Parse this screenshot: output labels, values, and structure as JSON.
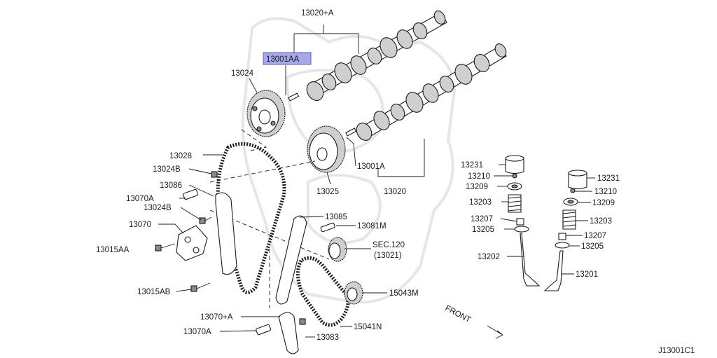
{
  "diagram_code": "J13001C1",
  "direction_label": "FRONT",
  "highlight_color": "#a7a8e8",
  "labels": {
    "p13020_a": "13020+A",
    "p13001aa": "13001AA",
    "p13024": "13024",
    "p13028": "13028",
    "p13024b_1": "13024B",
    "p13086": "13086",
    "p13070a_1": "13070A",
    "p13024b_2": "13024B",
    "p13070": "13070",
    "p13015aa": "13015AA",
    "p13015ab": "13015AB",
    "p13070_a": "13070+A",
    "p13070a_2": "13070A",
    "p13001a": "13001A",
    "p13025": "13025",
    "p13020": "13020",
    "p13085": "13085",
    "p13081m": "13081M",
    "sec120": "SEC.120",
    "sec120_sub": "(13021)",
    "p15043m": "15043M",
    "p15041n": "15041N",
    "p13083": "13083",
    "p13231_1": "13231",
    "p13210_1": "13210",
    "p13209_1": "13209",
    "p13203_1": "13203",
    "p13207_1": "13207",
    "p13205_1": "13205",
    "p13202": "13202",
    "p13231_2": "13231",
    "p13210_2": "13210",
    "p13209_2": "13209",
    "p13203_2": "13203",
    "p13207_2": "13207",
    "p13205_2": "13205",
    "p13201": "13201"
  }
}
